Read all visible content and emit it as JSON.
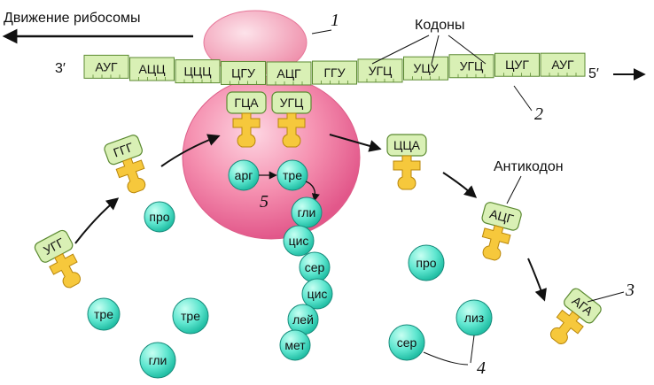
{
  "title": "Движение рибосомы",
  "labels": {
    "codons": "Кодоны",
    "anticodon": "Антикодон",
    "end_3": "3′",
    "end_5": "5′"
  },
  "numbers": {
    "n1": "1",
    "n2": "2",
    "n3": "3",
    "n4": "4",
    "n5": "5"
  },
  "mrna_codons": [
    "АУГ",
    "АЦЦ",
    "ЦЦЦ",
    "ЦГУ",
    "АЦГ",
    "ГГУ",
    "УГЦ",
    "УЦУ",
    "УГЦ",
    "ЦУГ",
    "АУГ"
  ],
  "trnas": {
    "ggg": "ГГГ",
    "ugg": "УГГ",
    "gca": "ГЦА",
    "ugc": "УГЦ",
    "cca": "ЦЦА",
    "acg": "АЦГ",
    "aga": "АГА"
  },
  "amino_acids": {
    "pro_on_trna": "про",
    "tre_on_trna": "тре",
    "arg": "арг",
    "tre_p": "тре",
    "pro_free": "про",
    "tre_free": "тре",
    "gli_free": "гли",
    "liz_free": "лиз",
    "ser_free": "сер"
  },
  "chain": [
    "гли",
    "цис",
    "сер",
    "цис",
    "лей",
    "мет"
  ],
  "colors": {
    "mrna_fill": "#d9f0b5",
    "mrna_stroke": "#5c8a32",
    "ribosome_large": "#f06a95",
    "ribosome_small": "#f6a9bf",
    "trna_body": "#f6c83c",
    "trna_stroke": "#b8860b",
    "codon_box": "#d9f0b5",
    "amino_acid": "#49e0c6",
    "amino_stroke": "#178b7b",
    "arrow": "#111111"
  }
}
